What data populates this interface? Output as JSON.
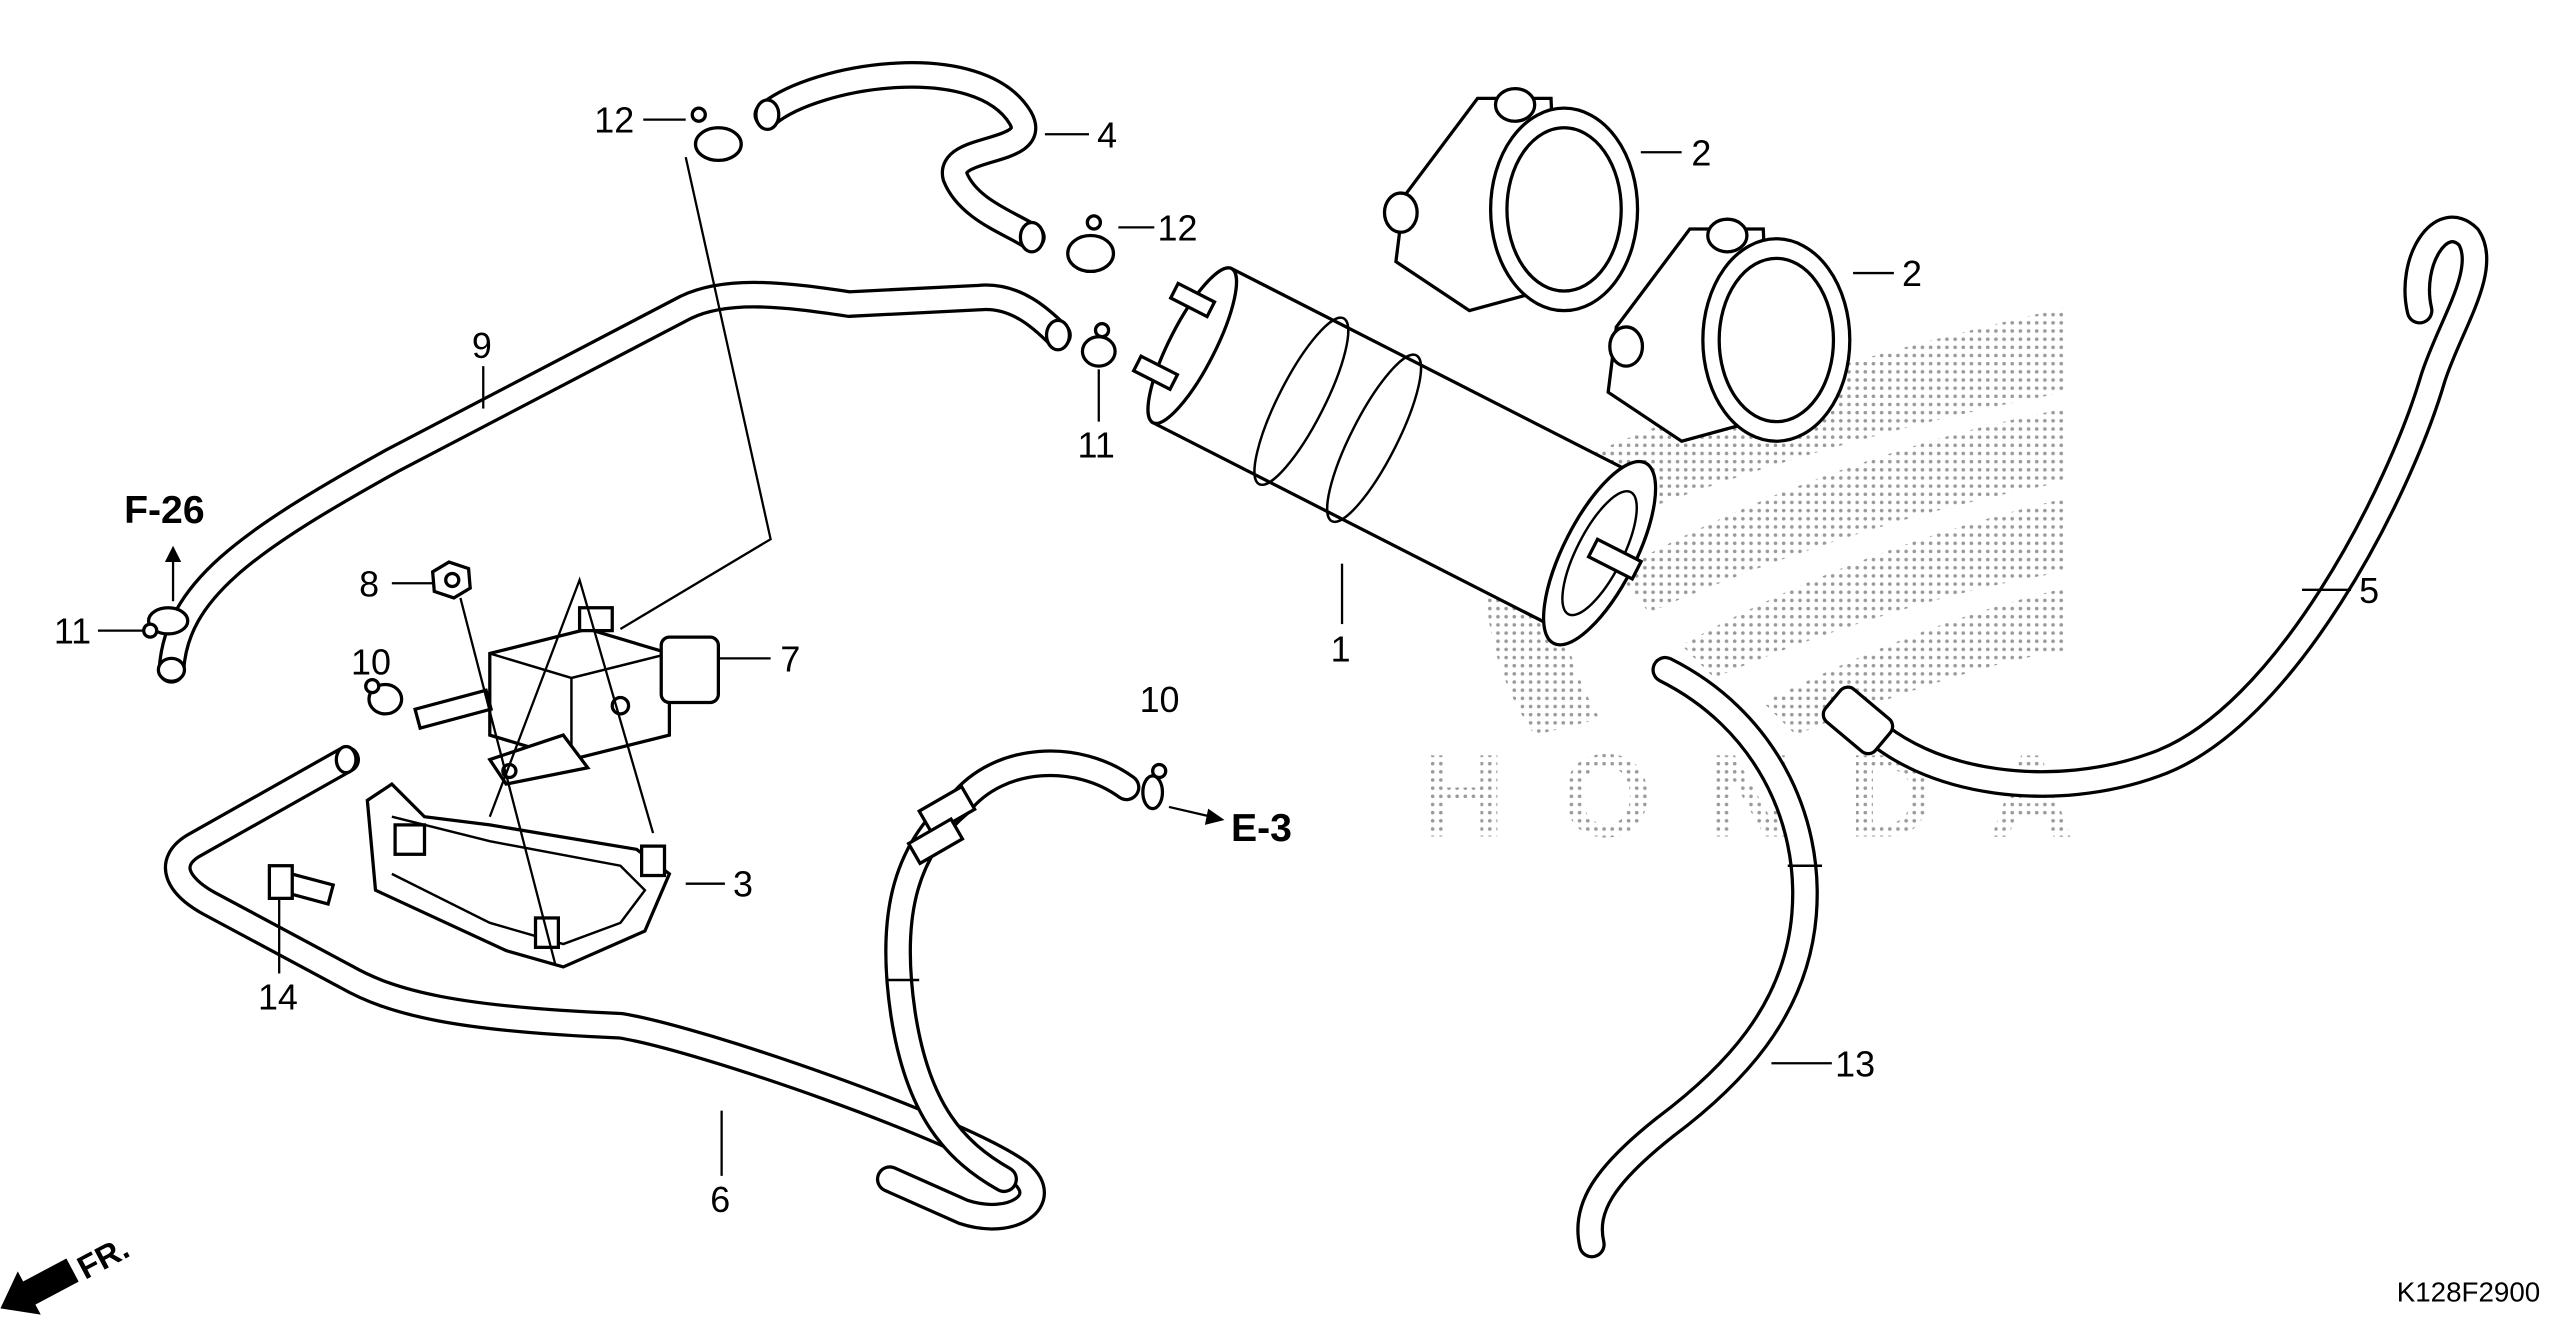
{
  "diagram": {
    "diagram_code": "K128F2900",
    "logo_text": "HONDA",
    "front_arrow_label": "FR.",
    "references": [
      {
        "label": "F-26"
      },
      {
        "label": "E-3"
      }
    ],
    "callouts": [
      "12",
      "4",
      "12",
      "2",
      "2",
      "9",
      "11",
      "8",
      "7",
      "10",
      "11",
      "1",
      "5",
      "10",
      "3",
      "14",
      "13",
      "6"
    ]
  },
  "colors": {
    "ink": "#000000",
    "background": "#ffffff",
    "logo_dots": "#9a9a9a"
  }
}
